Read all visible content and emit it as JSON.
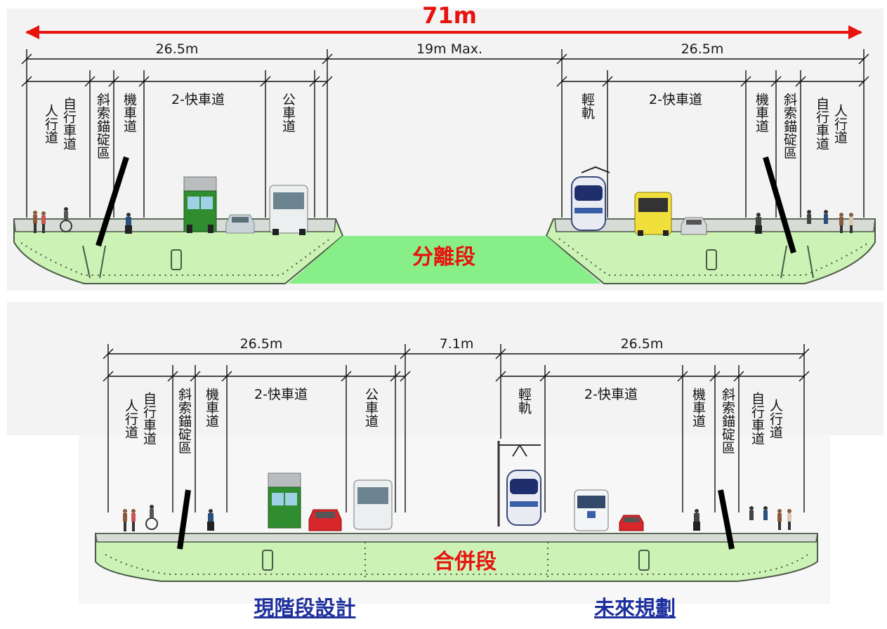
{
  "colors": {
    "accent_red": "#e8130f",
    "deck_green": "#ccf2b5",
    "footer_blue": "#1d2f9c"
  },
  "top": {
    "total_width": "71m",
    "dims": [
      "26.5m",
      "19m Max.",
      "26.5m"
    ],
    "left_lanes": [
      "人行道",
      "自行車道",
      "斜索錨碇區",
      "機車道",
      "2-快車道",
      "公車道"
    ],
    "right_lanes": [
      "輕軌",
      "2-快車道",
      "機車道",
      "斜索錨碇區",
      "自行車道",
      "人行道"
    ],
    "segment_label": "分離段"
  },
  "bottom": {
    "dims": [
      "26.5m",
      "7.1m",
      "26.5m"
    ],
    "left_lanes": [
      "人行道",
      "自行車道",
      "斜索錨碇區",
      "機車道",
      "2-快車道",
      "公車道"
    ],
    "right_lanes": [
      "輕軌",
      "2-快車道",
      "機車道",
      "斜索錨碇區",
      "自行車道",
      "人行道"
    ],
    "segment_label": "合併段"
  },
  "footer": {
    "left": "現階段設計",
    "right": "未來規劃"
  },
  "icons": [
    "pedestrian-icon",
    "cyclist-icon",
    "motorcycle-icon",
    "truck-icon",
    "car-icon",
    "bus-icon",
    "light-rail-icon",
    "cable-anchor-icon"
  ]
}
